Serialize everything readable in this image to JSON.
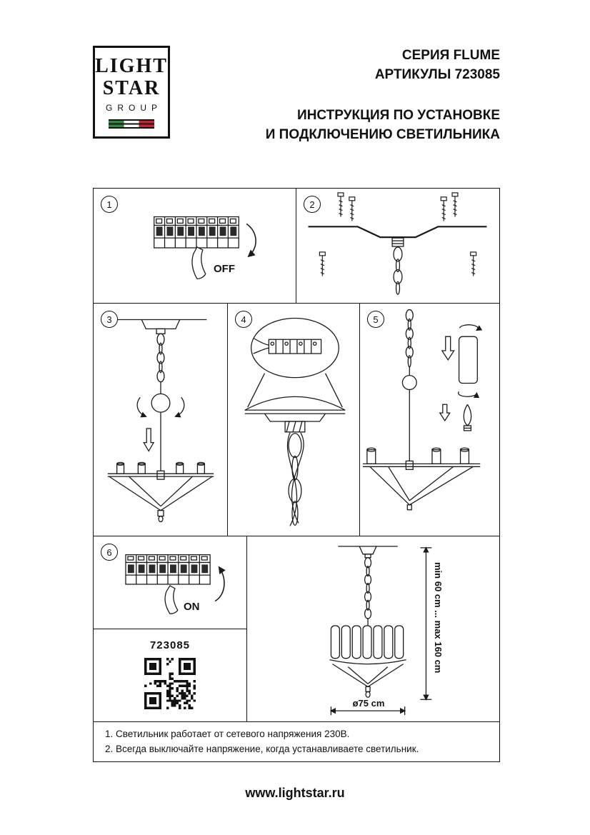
{
  "header": {
    "series": "СЕРИЯ FLUME",
    "articles": "АРТИКУЛЫ 723085",
    "instruction_line1": "ИНСТРУКЦИЯ ПО УСТАНОВКЕ",
    "instruction_line2": "И ПОДКЛЮЧЕНИЮ СВЕТИЛЬНИКА"
  },
  "logo": {
    "light": "LIGHT",
    "star": "STAR",
    "group": "GROUP",
    "flag_colors": [
      "#2d8a3e",
      "#ffffff",
      "#c8242e"
    ]
  },
  "steps": [
    {
      "number": "1",
      "label": "OFF"
    },
    {
      "number": "2",
      "label": ""
    },
    {
      "number": "3",
      "label": ""
    },
    {
      "number": "4",
      "label": ""
    },
    {
      "number": "5",
      "label": ""
    },
    {
      "number": "6",
      "label": "ON"
    }
  ],
  "product": {
    "article": "723085",
    "height_range": "min 60 cm ... max 160 cm",
    "diameter": "ø75 cm"
  },
  "notes": [
    "1. Светильник работает от сетевого напряжения 230В.",
    "2. Всегда выключайте напряжение, когда устанавливаете светильник."
  ],
  "footer": {
    "website": "www.lightstar.ru"
  },
  "colors": {
    "ink": "#111111"
  }
}
